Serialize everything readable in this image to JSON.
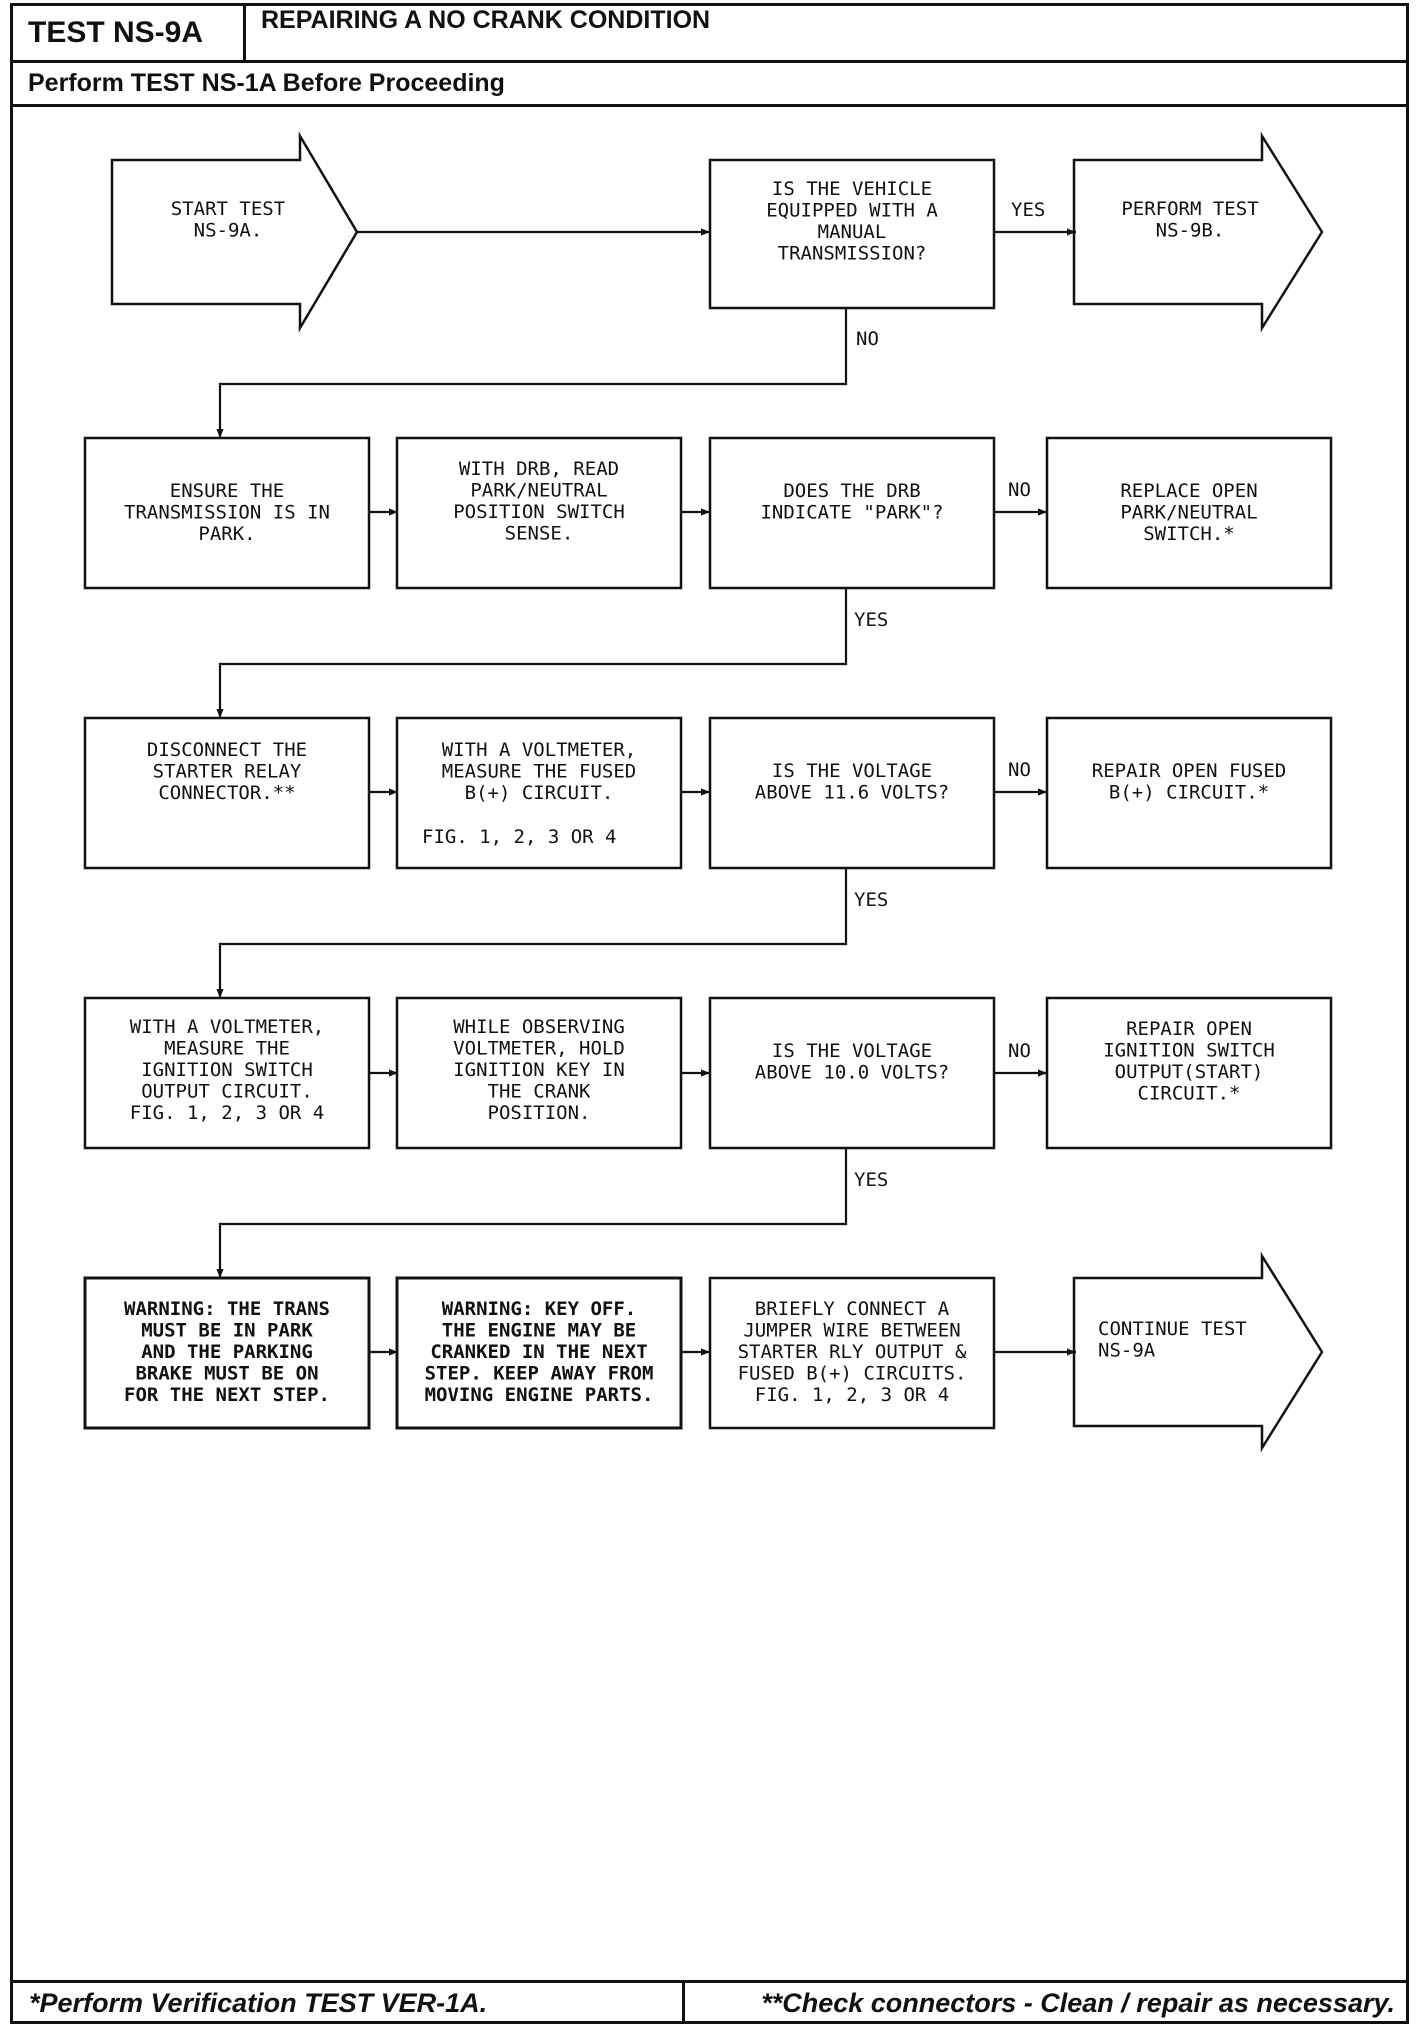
{
  "header": {
    "test_id": "TEST NS-9A",
    "title": "REPAIRING A NO CRANK CONDITION",
    "prerequisite": "Perform TEST NS-1A Before Proceeding"
  },
  "footer": {
    "left": "*Perform Verification TEST VER-1A.",
    "right": "**Check connectors - Clean / repair as necessary."
  },
  "flowchart": {
    "start": [
      "START TEST",
      "NS-9A."
    ],
    "q_manual": [
      "IS THE VEHICLE",
      "EQUIPPED WITH A",
      "MANUAL",
      "TRANSMISSION?"
    ],
    "q_manual_yes": "YES",
    "goto_9b": [
      "PERFORM TEST",
      "NS-9B."
    ],
    "q_manual_no": "NO",
    "ensure_park": [
      "ENSURE THE",
      "TRANSMISSION IS IN",
      "PARK."
    ],
    "drb_read": [
      "WITH DRB, READ",
      "PARK/NEUTRAL",
      "POSITION SWITCH",
      "SENSE."
    ],
    "q_park": [
      "DOES THE DRB",
      "INDICATE \"PARK\"?"
    ],
    "q_park_no": "NO",
    "replace_switch": [
      "REPLACE OPEN",
      "PARK/NEUTRAL",
      "SWITCH.*"
    ],
    "q_park_yes": "YES",
    "disconnect_relay": [
      "DISCONNECT THE",
      "STARTER RELAY",
      "CONNECTOR.**"
    ],
    "measure_fused": [
      "WITH A VOLTMETER,",
      "MEASURE THE FUSED",
      "B(+) CIRCUIT."
    ],
    "measure_fused_fig": "FIG. 1, 2, 3 OR 4",
    "q_11_6": [
      "IS THE VOLTAGE",
      "ABOVE 11.6 VOLTS?"
    ],
    "q_11_6_no": "NO",
    "repair_fused": [
      "REPAIR OPEN FUSED",
      "B(+) CIRCUIT.*"
    ],
    "q_11_6_yes": "YES",
    "measure_ign": [
      "WITH A VOLTMETER,",
      "MEASURE THE",
      "IGNITION SWITCH",
      "OUTPUT CIRCUIT.",
      "FIG. 1, 2, 3 OR 4"
    ],
    "hold_key": [
      "WHILE OBSERVING",
      "VOLTMETER, HOLD",
      "IGNITION KEY IN",
      "THE CRANK",
      "POSITION."
    ],
    "q_10_0": [
      "IS THE VOLTAGE",
      "ABOVE 10.0 VOLTS?"
    ],
    "q_10_0_no": "NO",
    "repair_ign": [
      "REPAIR OPEN",
      "IGNITION SWITCH",
      "OUTPUT(START)",
      "CIRCUIT.*"
    ],
    "q_10_0_yes": "YES",
    "warn_park": [
      "WARNING: THE TRANS",
      "MUST BE IN PARK",
      "AND THE PARKING",
      "BRAKE MUST BE ON",
      "FOR THE NEXT STEP."
    ],
    "warn_key": [
      "WARNING: KEY OFF.",
      "THE ENGINE MAY BE",
      "CRANKED IN THE NEXT",
      "STEP. KEEP AWAY FROM",
      "MOVING ENGINE PARTS."
    ],
    "jumper": [
      "BRIEFLY CONNECT A",
      "JUMPER WIRE BETWEEN",
      "STARTER RLY OUTPUT &",
      "FUSED B(+) CIRCUITS.",
      "FIG. 1, 2, 3 OR 4"
    ],
    "continue": [
      "CONTINUE TEST",
      "NS-9A"
    ]
  }
}
